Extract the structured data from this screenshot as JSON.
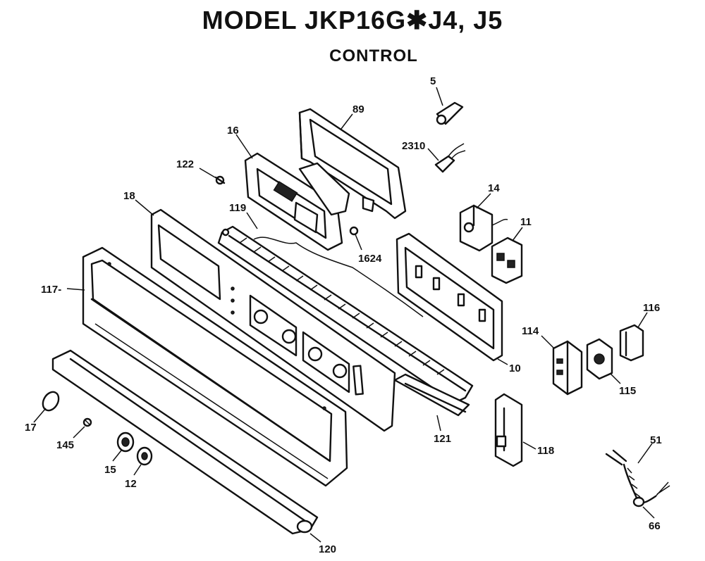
{
  "title": "MODEL JKP16G✱J4, J5",
  "subtitle": "CONTROL",
  "colors": {
    "ink": "#111111",
    "paper": "#ffffff"
  },
  "callouts": [
    {
      "id": "c5",
      "label": "5"
    },
    {
      "id": "c89",
      "label": "89"
    },
    {
      "id": "c2310",
      "label": "2310"
    },
    {
      "id": "c16",
      "label": "16"
    },
    {
      "id": "c122",
      "label": "122"
    },
    {
      "id": "c18",
      "label": "18"
    },
    {
      "id": "c14",
      "label": "14"
    },
    {
      "id": "c11",
      "label": "11"
    },
    {
      "id": "c119",
      "label": "119"
    },
    {
      "id": "c1624",
      "label": "1624"
    },
    {
      "id": "c117",
      "label": "117-"
    },
    {
      "id": "c10",
      "label": "10"
    },
    {
      "id": "c116",
      "label": "116"
    },
    {
      "id": "c114",
      "label": "114"
    },
    {
      "id": "c115",
      "label": "115"
    },
    {
      "id": "c17",
      "label": "17"
    },
    {
      "id": "c145",
      "label": "145"
    },
    {
      "id": "c15",
      "label": "15"
    },
    {
      "id": "c12",
      "label": "12"
    },
    {
      "id": "c121",
      "label": "121"
    },
    {
      "id": "c118",
      "label": "118"
    },
    {
      "id": "c51",
      "label": "51"
    },
    {
      "id": "c66",
      "label": "66"
    },
    {
      "id": "c120",
      "label": "120"
    }
  ]
}
